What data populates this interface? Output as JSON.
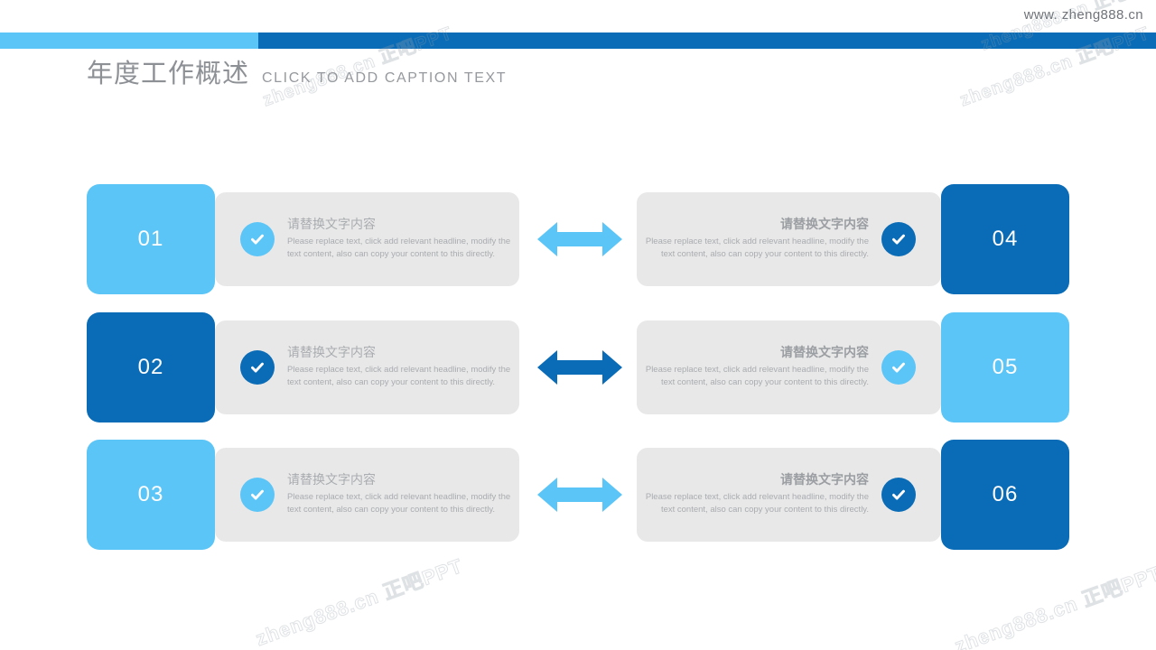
{
  "header": {
    "site_url": "www. zheng888.cn",
    "bar_color_left": "#5cc5f7",
    "bar_color_right": "#0a6cb6"
  },
  "title": {
    "main": "年度工作概述",
    "caption": "CLICK TO ADD CAPTION TEXT"
  },
  "colors": {
    "light_blue": "#5cc5f7",
    "dark_blue": "#0a6cb6",
    "panel_gray": "#e8e8e8",
    "text_gray": "#a9acb0"
  },
  "watermark": {
    "text": "zheng888.cn 正吧PPT",
    "short": "zheng888.cn"
  },
  "rows": [
    {
      "arrow_color": "#5cc5f7",
      "left": {
        "number": "01",
        "box_color": "light",
        "check_color": "light",
        "heading": "请替换文字内容",
        "body": "Please replace text, click add relevant headline, modify the text content, also can copy your content to this directly."
      },
      "right": {
        "number": "04",
        "box_color": "dark",
        "check_color": "dark",
        "heading": "请替换文字内容",
        "body": "Please replace text, click add relevant headline, modify the text content, also can copy your content to this directly."
      }
    },
    {
      "arrow_color": "#0a6cb6",
      "left": {
        "number": "02",
        "box_color": "dark",
        "check_color": "dark",
        "heading": "请替换文字内容",
        "body": "Please replace text, click add relevant headline, modify the text content, also can copy your content to this directly."
      },
      "right": {
        "number": "05",
        "box_color": "light",
        "check_color": "light",
        "heading": "请替换文字内容",
        "body": "Please replace text, click add relevant headline, modify the text content, also can copy your content to this directly."
      }
    },
    {
      "arrow_color": "#5cc5f7",
      "left": {
        "number": "03",
        "box_color": "light",
        "check_color": "light",
        "heading": "请替换文字内容",
        "body": "Please replace text, click add relevant headline, modify the text content, also can copy your content to this directly."
      },
      "right": {
        "number": "06",
        "box_color": "dark",
        "check_color": "dark",
        "heading": "请替换文字内容",
        "body": "Please replace text, click add relevant headline, modify the text content, also can copy your content to this directly."
      }
    }
  ]
}
